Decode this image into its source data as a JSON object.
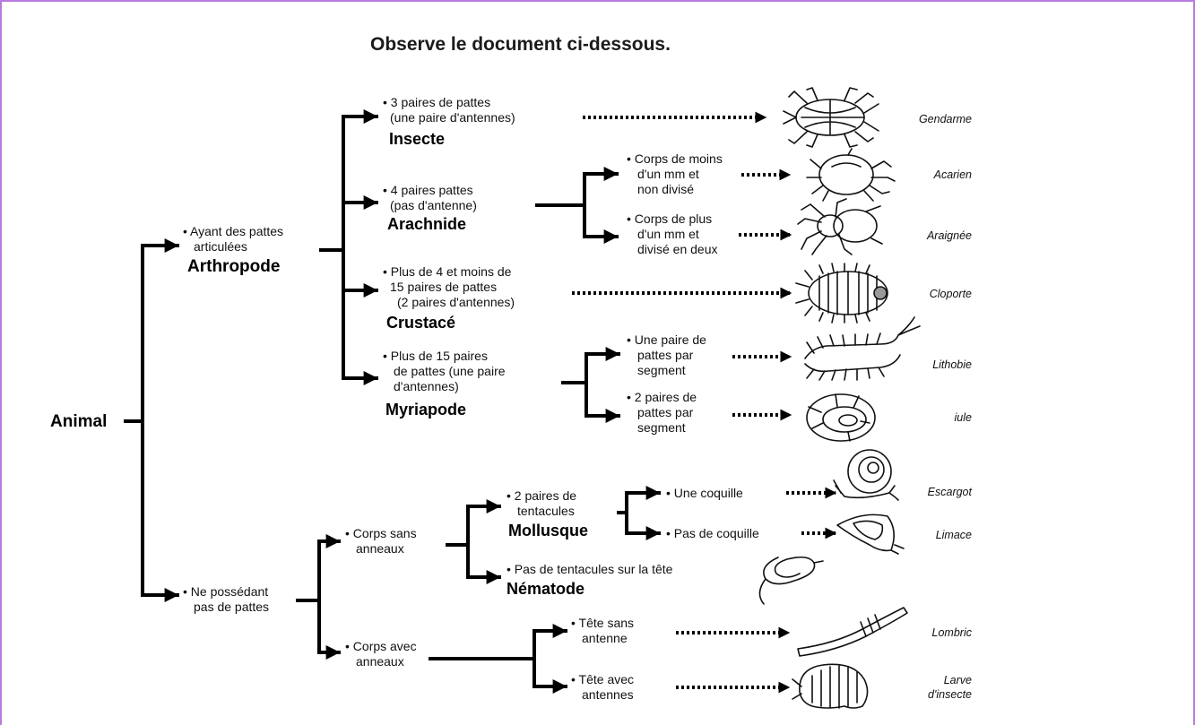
{
  "heading": "Observe le document ci-dessous.",
  "root": "Animal",
  "arthropode": {
    "criterion": [
      "• Ayant des pattes",
      "articulées"
    ],
    "name": "Arthropode",
    "insecte": {
      "criterion": [
        "• 3 paires de pattes",
        "(une paire d'antennes)"
      ],
      "name": "Insecte",
      "species": "Gendarme"
    },
    "arachnide": {
      "criterion": [
        "• 4 paires pattes",
        "(pas d'antenne)"
      ],
      "name": "Arachnide",
      "acarien": {
        "criterion": [
          "• Corps de moins",
          "d'un mm et",
          "non divisé"
        ],
        "species": "Acarien"
      },
      "araignee": {
        "criterion": [
          "• Corps de plus",
          "d'un mm et",
          "divisé en deux"
        ],
        "species": "Araignée"
      }
    },
    "crustace": {
      "criterion": [
        "• Plus de 4 et moins de",
        "15 paires de pattes",
        "(2 paires d'antennes)"
      ],
      "name": "Crustacé",
      "species": "Cloporte"
    },
    "myriapode": {
      "criterion": [
        "• Plus de 15 paires",
        "de pattes (une paire",
        "d'antennes)"
      ],
      "name": "Myriapode",
      "lithobie": {
        "criterion": [
          "• Une paire de",
          "pattes par",
          "segment"
        ],
        "species": "Lithobie"
      },
      "iule": {
        "criterion": [
          "• 2 paires de",
          "pattes par",
          "segment"
        ],
        "species": "iule"
      }
    }
  },
  "sans_pattes": {
    "criterion": [
      "• Ne possédant",
      "pas de pattes"
    ],
    "sans_anneaux": {
      "criterion": [
        "• Corps sans",
        "anneaux"
      ],
      "mollusque": {
        "criterion": [
          "• 2 paires de",
          "tentacules"
        ],
        "name": "Mollusque",
        "escargot": {
          "criterion": "• Une coquille",
          "species": "Escargot"
        },
        "limace": {
          "criterion": "• Pas de coquille",
          "species": "Limace"
        }
      },
      "nematode": {
        "criterion": "• Pas de tentacules sur la tête",
        "name": "Nématode"
      }
    },
    "avec_anneaux": {
      "criterion": [
        "• Corps avec",
        "anneaux"
      ],
      "lombric": {
        "criterion": [
          "• Tête sans",
          "antenne"
        ],
        "species": "Lombric"
      },
      "larve": {
        "criterion": [
          "• Tête avec",
          "antennes"
        ],
        "species": [
          "Larve",
          "d'insecte"
        ]
      }
    }
  },
  "colors": {
    "border": "#b77be0",
    "ink": "#000000"
  }
}
